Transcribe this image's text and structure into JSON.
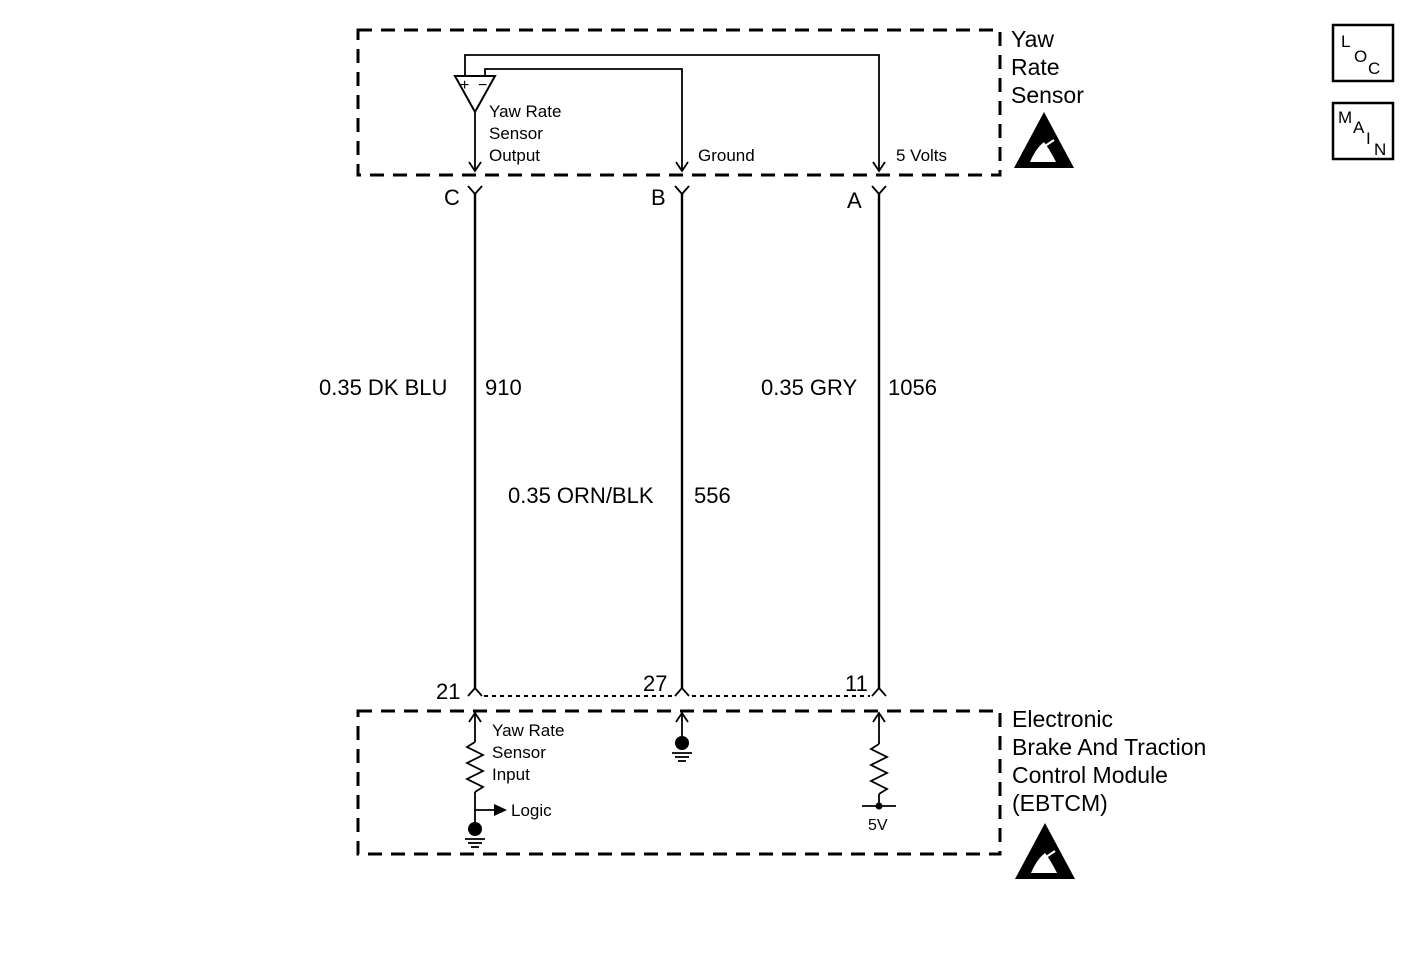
{
  "yaw_sensor": {
    "name_lines": [
      "Yaw",
      "Rate",
      "Sensor"
    ],
    "output_lines": [
      "Yaw Rate",
      "Sensor",
      "Output"
    ],
    "ground_label": "Ground",
    "volts_label": "5 Volts",
    "pins": {
      "c": "C",
      "b": "B",
      "a": "A"
    }
  },
  "wires": {
    "c": {
      "spec": "0.35 DK BLU",
      "circuit": "910"
    },
    "b": {
      "spec": "0.35 ORN/BLK",
      "circuit": "556"
    },
    "a": {
      "spec": "0.35 GRY",
      "circuit": "1056"
    }
  },
  "ebtcm": {
    "name_lines": [
      "Electronic",
      "Brake And Traction",
      "Control Module",
      "(EBTCM)"
    ],
    "pins": {
      "c": "21",
      "b": "27",
      "a": "11"
    },
    "input_lines": [
      "Yaw Rate",
      "Sensor",
      "Input"
    ],
    "logic_label": "Logic",
    "supply_label": "5V"
  },
  "nav": {
    "loc": {
      "l": "L",
      "o": "O",
      "c": "C"
    },
    "main": {
      "m": "M",
      "a": "A",
      "i": "I",
      "n": "N"
    }
  }
}
